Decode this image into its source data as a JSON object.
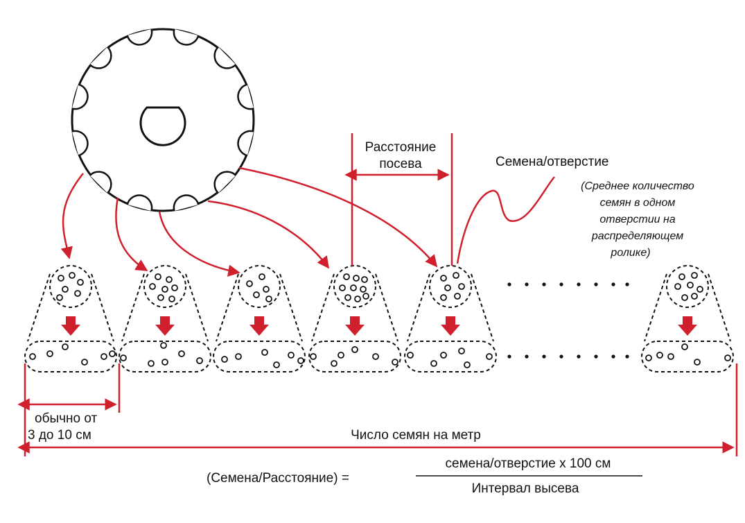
{
  "colors": {
    "accent": "#d0202e",
    "ink": "#111111",
    "background": "#ffffff"
  },
  "labels": {
    "row_spacing": [
      "Расстояние",
      "посева"
    ],
    "seeds_per_hole": "Семена/отверстие",
    "seeds_per_hole_note": [
      "(Среднее количество",
      "семян в одном",
      "отверстии на",
      "распределяющем",
      "ролике)"
    ],
    "usual_spacing": [
      "обычно от",
      "3 до 10 см"
    ],
    "seeds_per_meter": "Число семян на метр",
    "formula_left": "(Семена/Расстояние) =",
    "formula_numerator": "семена/отверстие x 100 см",
    "formula_denominator": "Интервал высева"
  },
  "icons": {
    "roller": "seed-roller-icon",
    "drop_arrow": "down-arrow-icon",
    "ellipsis": "dots"
  },
  "seed_groups": [
    {
      "seeds_in_hole": 6,
      "seeds_on_ground": 6
    },
    {
      "seeds_in_hole": 7,
      "seeds_on_ground": 6
    },
    {
      "seeds_in_hole": 5,
      "seeds_on_ground": 6
    },
    {
      "seeds_in_hole": 9,
      "seeds_on_ground": 6
    },
    {
      "seeds_in_hole": 6,
      "seeds_on_ground": 6
    },
    {
      "seeds_in_hole": 7,
      "seeds_on_ground": 6
    }
  ]
}
